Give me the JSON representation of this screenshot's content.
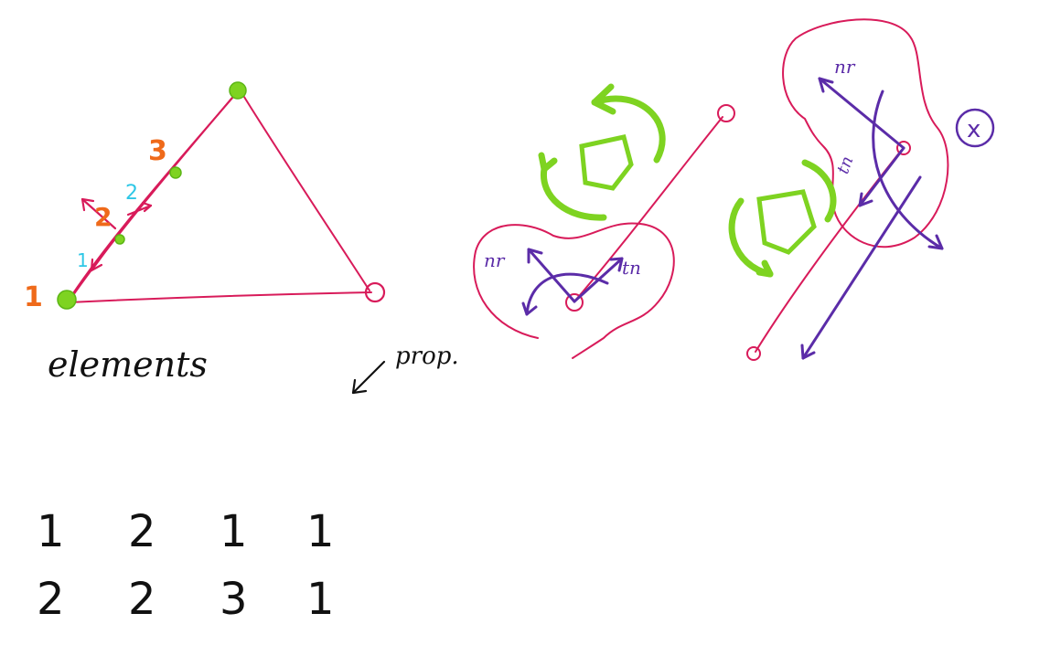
{
  "colors": {
    "red": "#d81b5a",
    "green": "#7ed321",
    "orange": "#ef6a1a",
    "cyan": "#2ec7e6",
    "purple": "#5b2ca8",
    "ink": "#111111"
  },
  "labels": {
    "elements": "elements",
    "prop": "prop.",
    "node1": "1",
    "node2": "2",
    "node3": "3",
    "local1": "1",
    "local2": "2",
    "mathbfx": "x"
  },
  "table": {
    "rows": [
      [
        "1",
        "2",
        "1",
        "1"
      ],
      [
        "2",
        "2",
        "3",
        "1"
      ]
    ]
  }
}
